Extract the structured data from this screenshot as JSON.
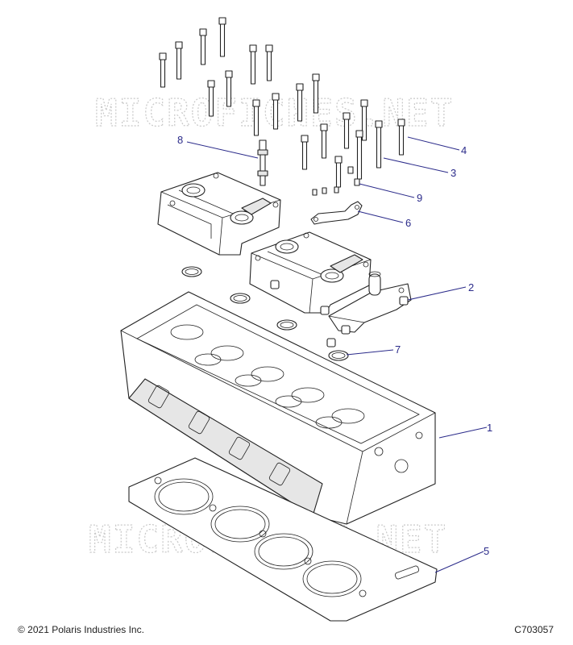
{
  "watermark": "MICROFICHES.NET",
  "footer": {
    "copyright": "© 2021 Polaris Industries Inc.",
    "code": "C703057"
  },
  "callouts": {
    "c1": "1",
    "c2": "2",
    "c3": "3",
    "c4": "4",
    "c5": "5",
    "c6": "6",
    "c7": "7",
    "c8": "8",
    "c9": "9"
  }
}
